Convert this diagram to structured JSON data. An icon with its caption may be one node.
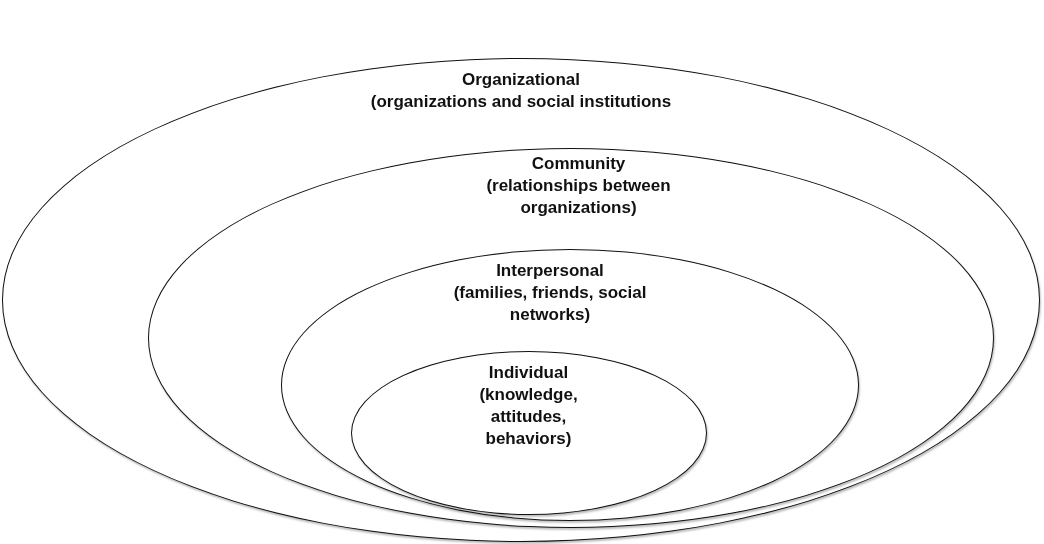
{
  "diagram": {
    "nodes": [
      {
        "text": [
          "Organizational",
          "(organizations and social institutions"
        ]
      },
      {
        "text": [
          "Community",
          "(relationships between organizations)"
        ],
        "in": 0
      },
      {
        "text": [
          "Interpersonal",
          "(families, friends, **social networks**)"
        ],
        "in": 1
      },
      {
        "text": [
          "Individual",
          "(knowledge, attitudes, **behaviors**)"
        ],
        "in": 2
      }
    ]
  }
}
